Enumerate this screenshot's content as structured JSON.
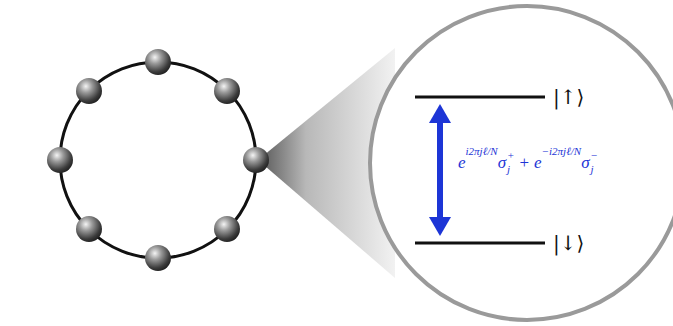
{
  "diagram": {
    "labels": [
      "|↑⟩",
      "|↓⟩",
      "e",
      "i2πjℓ/N",
      "σ",
      "+",
      "j",
      "+",
      "e",
      "−i2πjℓ/N",
      "σ",
      "−",
      "j"
    ]
  }
}
